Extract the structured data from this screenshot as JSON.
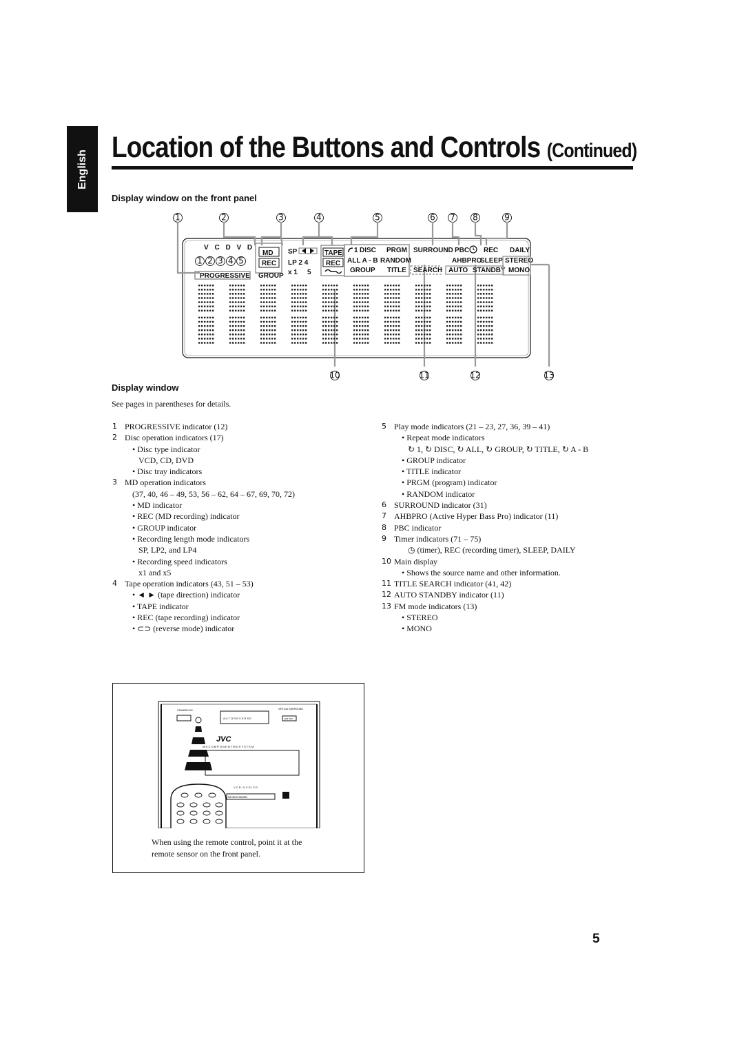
{
  "sidebar": {
    "language_tab": "English"
  },
  "header": {
    "title": "Location of the Buttons and Controls",
    "title_suffix": "(Continued)"
  },
  "panel_section": {
    "heading": "Display window on the front panel",
    "callouts_top": [
      "1",
      "2",
      "3",
      "4",
      "5",
      "6",
      "7",
      "8",
      "9"
    ],
    "callouts_bottom": [
      "10",
      "11",
      "12",
      "13"
    ],
    "indicators": {
      "vcdvd": "V C D V D",
      "tray_digits": [
        "1",
        "2",
        "3",
        "4",
        "5"
      ],
      "progressive": "PROGRESSIVE",
      "md": "MD",
      "md_rec": "REC",
      "group_left": "GROUP",
      "sp": "SP",
      "lp24": "LP 2 4",
      "x1": "x 1",
      "x5": "5",
      "tape": "TAPE",
      "tape_rec": "REC",
      "repeat_1": "1",
      "disc": "DISC",
      "prgm": "PRGM",
      "all_ab": "ALL A - B",
      "random": "RANDOM",
      "group_right": "GROUP",
      "title_ind": "TITLE",
      "surround": "SURROUND",
      "pbc": "PBC",
      "rec_timer": "REC",
      "daily": "DAILY",
      "search": "SEARCH",
      "ahbpro": "AHBPRO",
      "sleep": "SLEEP",
      "stereo": "STEREO",
      "auto": "AUTO",
      "standby": "STANDBY",
      "mono": "MONO"
    }
  },
  "display_section": {
    "heading": "Display window",
    "note": "See pages in parentheses for details."
  },
  "left_column": [
    {
      "num": "1",
      "text": "PROGRESSIVE indicator (12)"
    },
    {
      "num": "2",
      "text": "Disc operation indicators (17)"
    },
    {
      "sub": "• Disc type indicator"
    },
    {
      "sub2": "VCD, CD, DVD"
    },
    {
      "sub": "• Disc tray indicators"
    },
    {
      "num": "3",
      "text": "MD operation indicators"
    },
    {
      "sub": "(37, 40, 46 – 49, 53, 56 – 62, 64 – 67, 69, 70, 72)"
    },
    {
      "sub": "• MD indicator"
    },
    {
      "sub": "• REC (MD recording) indicator"
    },
    {
      "sub": "• GROUP indicator"
    },
    {
      "sub": "• Recording length mode indicators"
    },
    {
      "sub2": "SP, LP2, and LP4"
    },
    {
      "sub": "• Recording speed indicators"
    },
    {
      "sub2": "x1 and x5"
    },
    {
      "num": "4",
      "text": "Tape operation indicators (43, 51 – 53)"
    },
    {
      "sub": "• ◄ ► (tape direction) indicator"
    },
    {
      "sub": "• TAPE indicator"
    },
    {
      "sub": "• REC (tape recording) indicator"
    },
    {
      "sub": "• ⊂⊃ (reverse mode) indicator"
    }
  ],
  "right_column": [
    {
      "num": "5",
      "text": "Play mode indicators (21 – 23, 27, 36, 39 – 41)"
    },
    {
      "sub": "• Repeat mode indicators"
    },
    {
      "sub2": "↻ 1, ↻ DISC, ↻ ALL, ↻ GROUP, ↻ TITLE, ↻ A - B"
    },
    {
      "sub": "• GROUP indicator"
    },
    {
      "sub": "• TITLE indicator"
    },
    {
      "sub": "• PRGM (program) indicator"
    },
    {
      "sub": "• RANDOM indicator"
    },
    {
      "num": "6",
      "text": "SURROUND indicator (31)"
    },
    {
      "num": "7",
      "text": "AHBPRO (Active Hyper Bass Pro) indicator (11)"
    },
    {
      "num": "8",
      "text": "PBC indicator"
    },
    {
      "num": "9",
      "text": "Timer indicators (71 – 75)"
    },
    {
      "sub2": "◷ (timer), REC (recording timer), SLEEP, DAILY"
    },
    {
      "num": "10",
      "text": "Main display"
    },
    {
      "sub": "• Shows the source name and other information."
    },
    {
      "num": "11",
      "text": "TITLE SEARCH indicator (41, 42)"
    },
    {
      "num": "12",
      "text": "AUTO STANDBY indicator (11)"
    },
    {
      "num": "13",
      "text": "FM mode indicators (13)"
    },
    {
      "sub": "• STEREO"
    },
    {
      "sub": "• MONO"
    }
  ],
  "remote_box": {
    "caption_line1": "When using the remote control, point it at the",
    "caption_line2": "remote sensor on the front panel.",
    "unit_labels": {
      "brand": "JVC",
      "auto_reverse": "A U T O   R E V E R S E",
      "model_line": "M D   C O M P O N E N T   M D   S Y S T E M",
      "vcd_line": "V C D / V C D / C D",
      "virtual_surround": "VIRTUAL SURROUND",
      "ahb_pro": "AHB PRO",
      "standby_on": "STANDBY/ON",
      "mechanism": "MD MECHANISM"
    }
  },
  "page_number": "5"
}
